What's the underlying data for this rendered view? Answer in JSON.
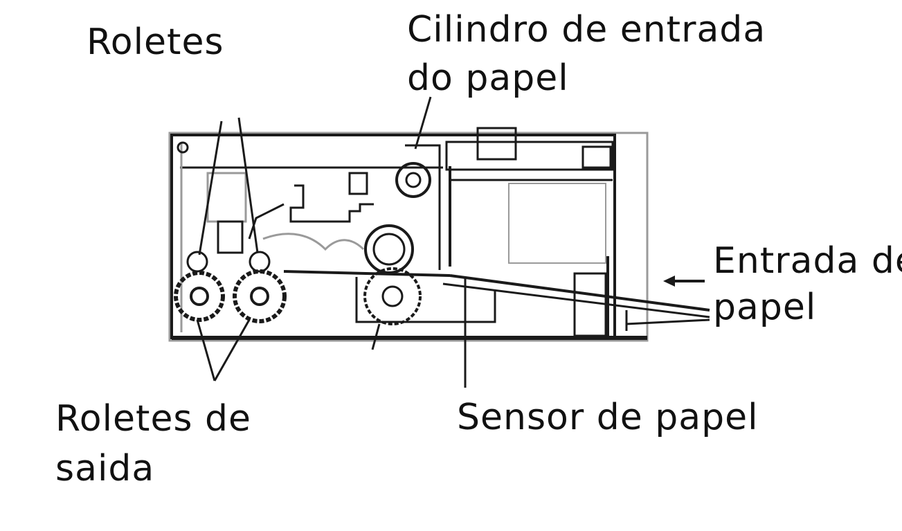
{
  "labels": {
    "roletes": "Roletes",
    "cilindro_line1": "Cilindro de entrada",
    "cilindro_line2": "do papel",
    "entrada_line1": "Entrada de",
    "entrada_line2": "papel",
    "roletes_saida_line1": "Roletes de",
    "roletes_saida_line2": "saida",
    "sensor": "Sensor de papel"
  },
  "arrow": "←"
}
